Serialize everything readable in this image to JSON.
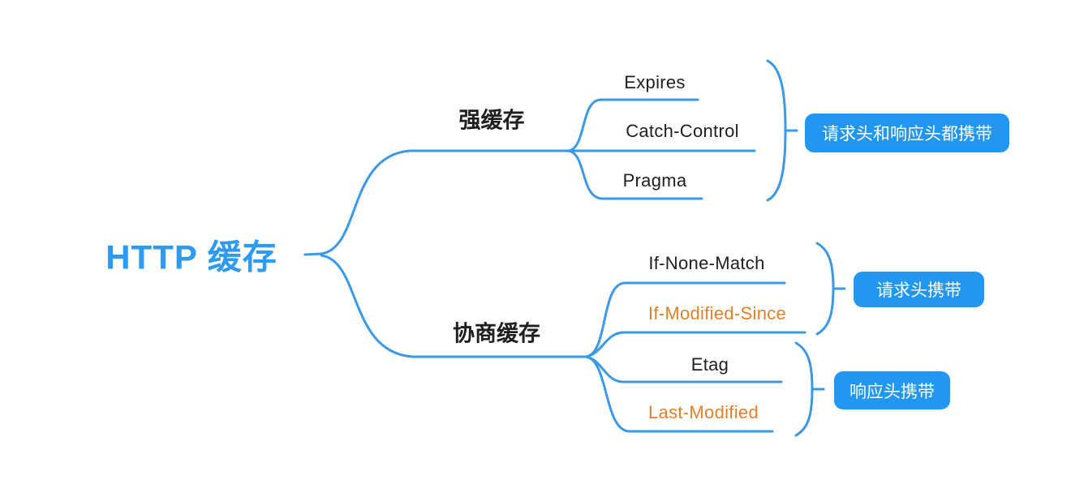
{
  "mindmap": {
    "root": {
      "label": "HTTP 缓存"
    },
    "branches": [
      {
        "label": "强缓存",
        "children": [
          {
            "label": "Expires"
          },
          {
            "label": "Catch-Control"
          },
          {
            "label": "Pragma"
          }
        ],
        "badge": {
          "label": "请求头和响应头都携带"
        }
      },
      {
        "label": "协商缓存",
        "children": [
          {
            "label": "If-None-Match"
          },
          {
            "label": "If-Modified-Since"
          },
          {
            "label": "Etag"
          },
          {
            "label": "Last-Modified"
          }
        ],
        "badges": [
          {
            "label": "请求头携带"
          },
          {
            "label": "响应头携带"
          }
        ]
      }
    ]
  },
  "colors": {
    "line": "#3b99e8",
    "root_text": "#2e9af0",
    "node_text": "#1f1f1f",
    "highlight_text": "#e4802b",
    "badge_bg": "#2197f3",
    "badge_text": "#ffffff",
    "background": "#ffffff"
  }
}
